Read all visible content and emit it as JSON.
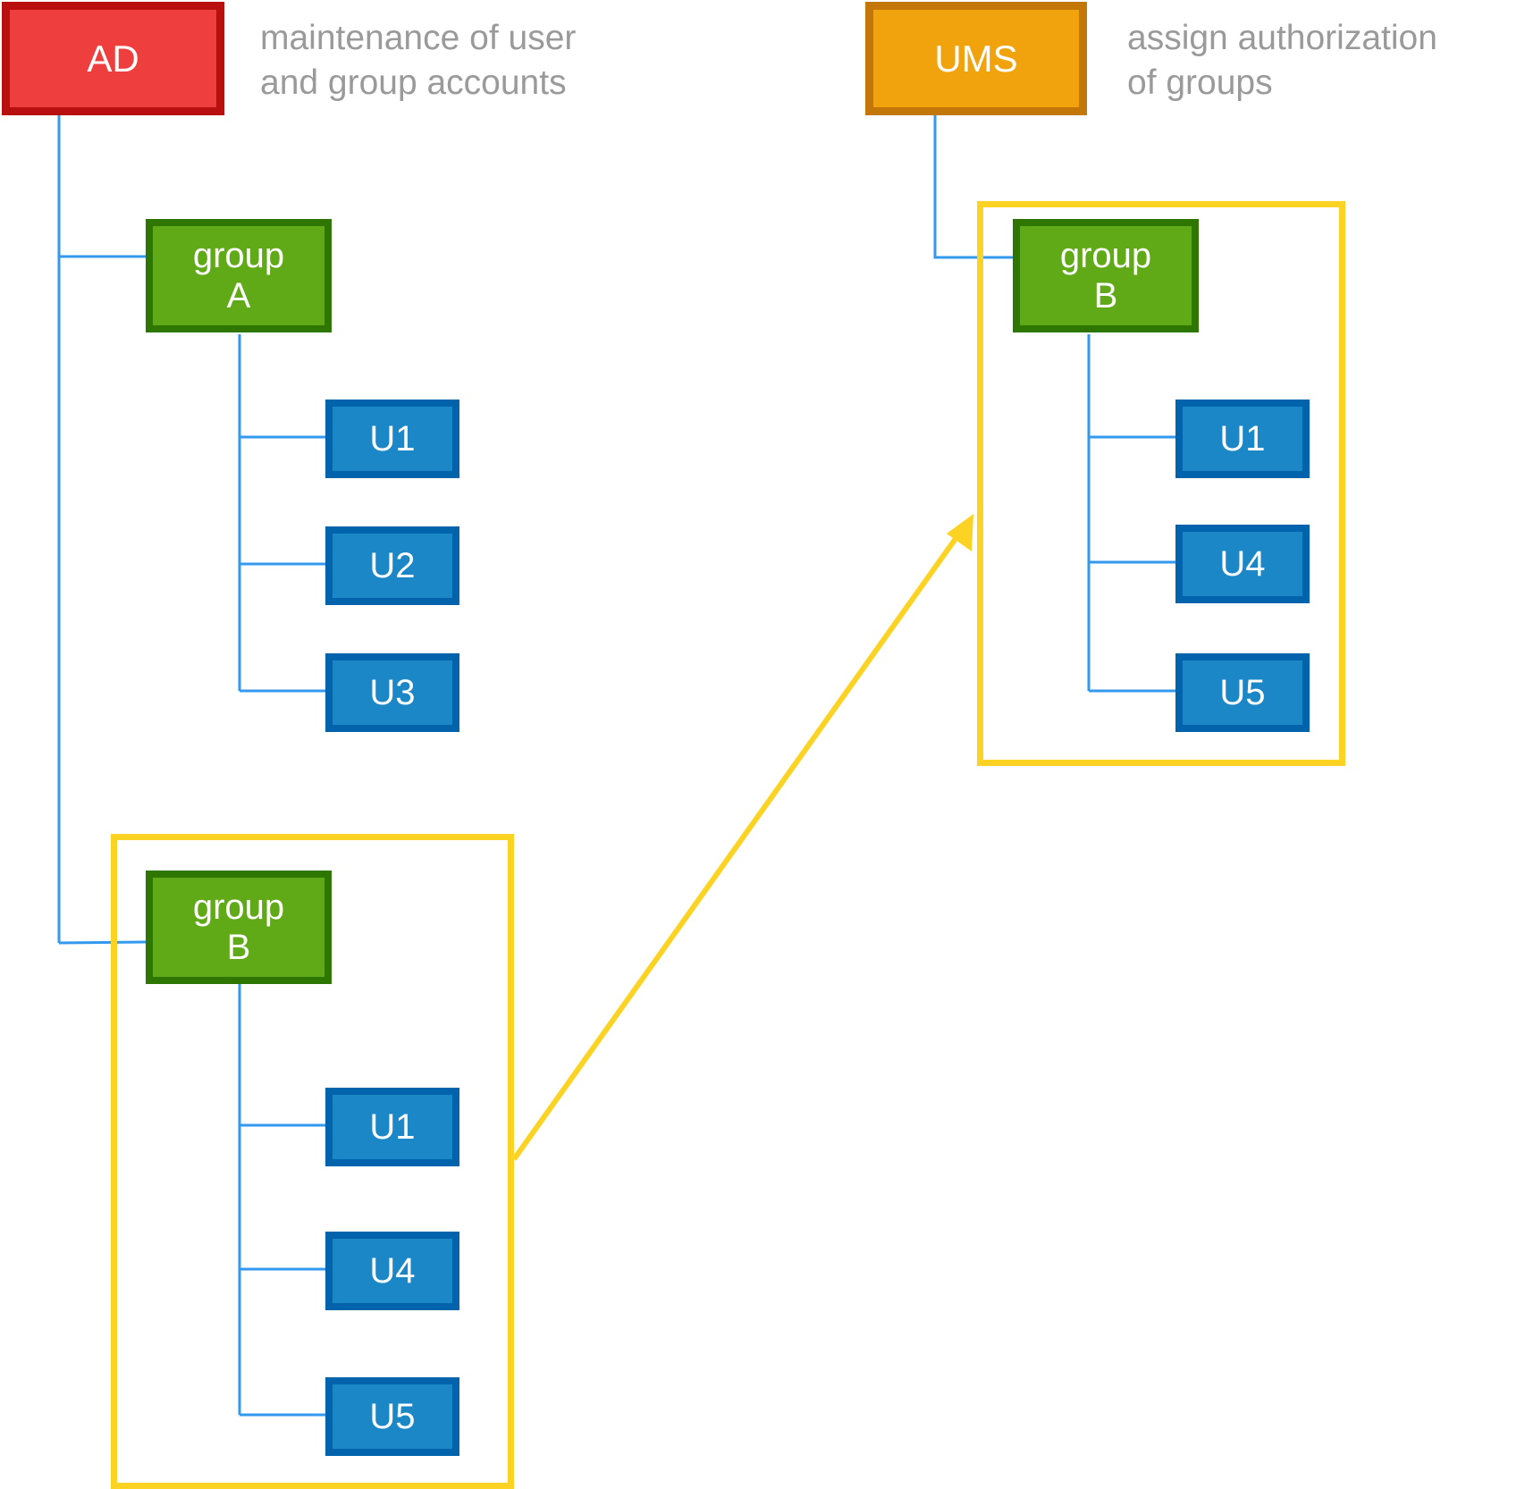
{
  "systems": {
    "ad": {
      "label": "AD",
      "description": [
        "maintenance of user",
        "and group accounts"
      ]
    },
    "ums": {
      "label": "UMS",
      "description": [
        "assign authorization",
        "of groups"
      ]
    }
  },
  "ad_tree": {
    "group_a": {
      "line1": "group",
      "line2": "A",
      "users": [
        "U1",
        "U2",
        "U3"
      ]
    },
    "group_b": {
      "line1": "group",
      "line2": "B",
      "users": [
        "U1",
        "U4",
        "U5"
      ]
    }
  },
  "ums_tree": {
    "group_b": {
      "line1": "group",
      "line2": "B",
      "users": [
        "U1",
        "U4",
        "U5"
      ]
    }
  },
  "colors": {
    "ad_fill": "#ee3e3e",
    "ad_border": "#b80f0f",
    "ums_fill": "#f0a30c",
    "ums_border": "#c27708",
    "group_fill": "#60a917",
    "group_border": "#2d7600",
    "user_fill": "#1b87c6",
    "user_border": "#0063ac",
    "connector": "#3399ee",
    "highlight": "#fcd322",
    "description_text": "#9a9a9a"
  }
}
